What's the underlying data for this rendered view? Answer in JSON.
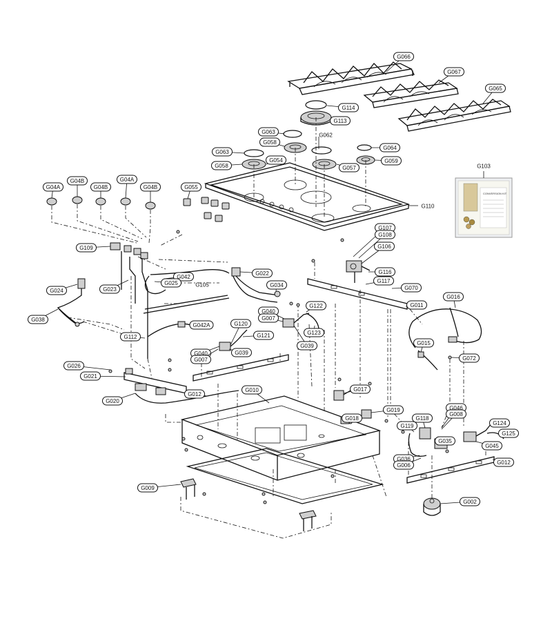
{
  "callouts": [
    {
      "id": "G066",
      "label": "G066"
    },
    {
      "id": "G067",
      "label": "G067"
    },
    {
      "id": "G065",
      "label": "G065"
    },
    {
      "id": "G114",
      "label": "G114"
    },
    {
      "id": "G113",
      "label": "G113"
    },
    {
      "id": "G063a",
      "label": "G063"
    },
    {
      "id": "G058a",
      "label": "G058"
    },
    {
      "id": "G063b",
      "label": "G063"
    },
    {
      "id": "G054",
      "label": "G054"
    },
    {
      "id": "G058b",
      "label": "G058"
    },
    {
      "id": "G057",
      "label": "G057"
    },
    {
      "id": "G064",
      "label": "G064"
    },
    {
      "id": "G059",
      "label": "G059"
    },
    {
      "id": "G04Aa",
      "label": "G04A"
    },
    {
      "id": "G04Ba",
      "label": "G04B"
    },
    {
      "id": "G04Bb",
      "label": "G04B"
    },
    {
      "id": "G04Ab",
      "label": "G04A"
    },
    {
      "id": "G04Bc",
      "label": "G04B"
    },
    {
      "id": "G055",
      "label": "G055"
    },
    {
      "id": "G107",
      "label": "G107"
    },
    {
      "id": "G108",
      "label": "G108"
    },
    {
      "id": "G106",
      "label": "G106"
    },
    {
      "id": "G109",
      "label": "G109"
    },
    {
      "id": "G042a",
      "label": "G042"
    },
    {
      "id": "G022",
      "label": "G022"
    },
    {
      "id": "G023",
      "label": "G023"
    },
    {
      "id": "G025",
      "label": "G025"
    },
    {
      "id": "G116",
      "label": "G116"
    },
    {
      "id": "G117",
      "label": "G117"
    },
    {
      "id": "G034",
      "label": "G034"
    },
    {
      "id": "G070",
      "label": "G070"
    },
    {
      "id": "G024",
      "label": "G024"
    },
    {
      "id": "G122",
      "label": "G122"
    },
    {
      "id": "G011",
      "label": "G011"
    },
    {
      "id": "G016",
      "label": "G016"
    },
    {
      "id": "G040a",
      "label": "G040"
    },
    {
      "id": "G007a",
      "label": "G007"
    },
    {
      "id": "G038",
      "label": "G038"
    },
    {
      "id": "G042A",
      "label": "G042A"
    },
    {
      "id": "G120",
      "label": "G120"
    },
    {
      "id": "G123",
      "label": "G123"
    },
    {
      "id": "G112",
      "label": "G112"
    },
    {
      "id": "G121",
      "label": "G121"
    },
    {
      "id": "G039a",
      "label": "G039"
    },
    {
      "id": "G015",
      "label": "G015"
    },
    {
      "id": "G040b",
      "label": "G040"
    },
    {
      "id": "G007b",
      "label": "G007"
    },
    {
      "id": "G039b",
      "label": "G039"
    },
    {
      "id": "G072",
      "label": "G072"
    },
    {
      "id": "G026",
      "label": "G026"
    },
    {
      "id": "G021",
      "label": "G021"
    },
    {
      "id": "G012a",
      "label": "G012"
    },
    {
      "id": "G010",
      "label": "G010"
    },
    {
      "id": "G017",
      "label": "G017"
    },
    {
      "id": "G020",
      "label": "G020"
    },
    {
      "id": "G019",
      "label": "G019"
    },
    {
      "id": "G046",
      "label": "G046"
    },
    {
      "id": "G008",
      "label": "G008"
    },
    {
      "id": "G018",
      "label": "G018"
    },
    {
      "id": "G118",
      "label": "G118"
    },
    {
      "id": "G124",
      "label": "G124"
    },
    {
      "id": "G119",
      "label": "G119"
    },
    {
      "id": "G125",
      "label": "G125"
    },
    {
      "id": "G035",
      "label": "G035"
    },
    {
      "id": "G045",
      "label": "G045"
    },
    {
      "id": "G036",
      "label": "G036"
    },
    {
      "id": "G006",
      "label": "G006"
    },
    {
      "id": "G012b",
      "label": "G012"
    },
    {
      "id": "G009",
      "label": "G009"
    },
    {
      "id": "G002",
      "label": "G002"
    }
  ],
  "plain_labels": {
    "G062": "G062",
    "G110": "G110",
    "G103": "G103",
    "G105": "G105"
  },
  "kit": {
    "title": "CONVERSION KIT"
  }
}
